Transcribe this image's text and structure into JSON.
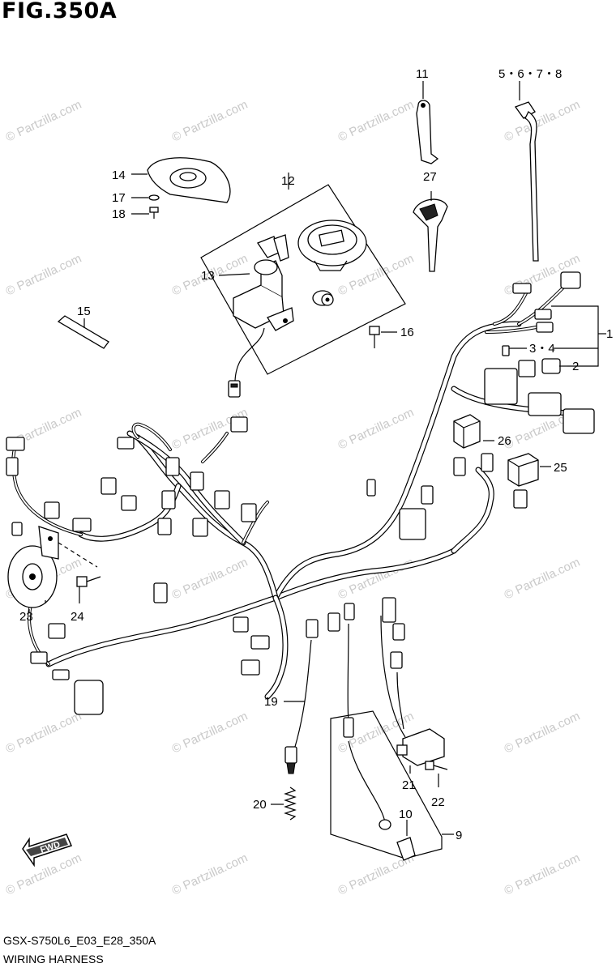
{
  "figure": {
    "title": "FIG.350A",
    "model_code": "GSX-S750L6_E03_E28_350A",
    "name": "WIRING HARNESS"
  },
  "watermark": {
    "text": "© Partzilla.com",
    "color": "#c9c9c9"
  },
  "fwd_label": "FWD",
  "callouts": {
    "c1": "1",
    "c2": "2",
    "c34": "3・4",
    "c5678": "5・6・7・8",
    "c9": "9",
    "c10": "10",
    "c11": "11",
    "c12": "12",
    "c13": "13",
    "c14": "14",
    "c15": "15",
    "c16": "16",
    "c17": "17",
    "c18": "18",
    "c19": "19",
    "c20": "20",
    "c21": "21",
    "c22": "22",
    "c23": "23",
    "c24": "24",
    "c25": "25",
    "c26": "26",
    "c27": "27"
  },
  "icons": [
    "fwd-arrow-icon",
    "horn-icon",
    "ignition-switch-icon",
    "fuel-cap-icon",
    "key-icon",
    "cable-tie-icon",
    "relay-icon",
    "neutral-switch-icon"
  ]
}
